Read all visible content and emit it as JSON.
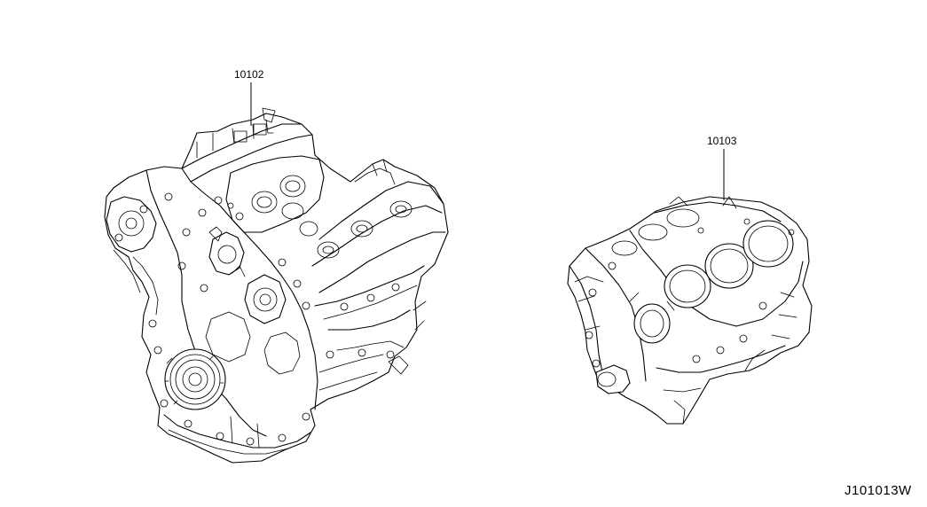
{
  "parts": [
    {
      "id": "engine-assembly",
      "part_number": "10102"
    },
    {
      "id": "short-engine-block",
      "part_number": "10103"
    }
  ],
  "diagram_code": "J101013W",
  "colors": {
    "line": "#000000",
    "background": "#ffffff"
  }
}
